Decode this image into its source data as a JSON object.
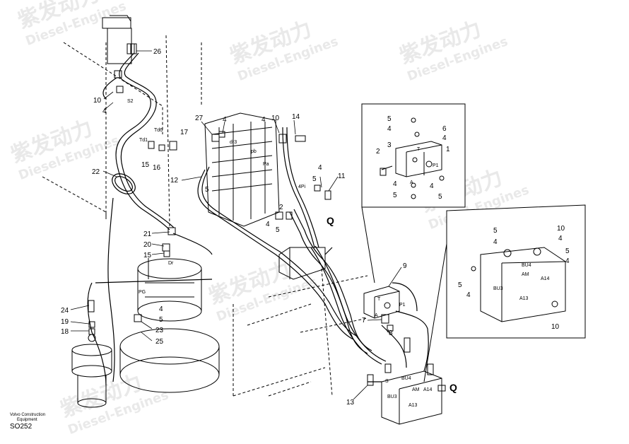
{
  "footer": {
    "brand_line1": "Volvo Construction",
    "brand_line2": "Equipment",
    "code": "SO252"
  },
  "watermark": {
    "cn": "紫发动力",
    "en": "Diesel-Engines"
  },
  "callouts": {
    "c26": "26",
    "c10a": "10",
    "c4a": "4",
    "c22": "22",
    "c27": "27",
    "c4b": "4",
    "c10b": "10",
    "c14a": "14",
    "c4c": "4",
    "c17": "17",
    "c12": "12",
    "c15a": "15",
    "c16": "16",
    "c5a": "5",
    "c2a": "2",
    "c4d": "4",
    "c5b": "5",
    "c11": "11",
    "c4e": "4",
    "c5c": "5",
    "c21": "21",
    "c20": "20",
    "c15b": "15",
    "c24": "24",
    "c19": "19",
    "c18": "18",
    "c4f": "4",
    "c5d": "5",
    "c23": "23",
    "c25": "25",
    "c9": "9",
    "c7": "7",
    "c8": "8",
    "c13": "13",
    "d5a": "5",
    "d4a": "4",
    "d3": "3",
    "d2": "2",
    "d1": "1",
    "d6": "6",
    "d4b": "4",
    "d4c": "4",
    "d5b": "5",
    "d4d": "4",
    "d5c": "5",
    "e5a": "5",
    "e4a": "4",
    "e10a": "10",
    "e4b": "4",
    "e5b": "5",
    "e4c": "4",
    "e5c": "5",
    "e4d": "4",
    "e10b": "10"
  },
  "port_labels": {
    "s2": "S2",
    "td1": "Td1",
    "td6": "Td6",
    "dr3": "dr3",
    "pb": "pb",
    "pa": "Pa",
    "p4": "4Pi",
    "pg": "PG",
    "dr": "Dr",
    "bu4": "BU4",
    "bu3": "BU3",
    "am": "AM",
    "a14": "A14",
    "a13": "A13",
    "t": "T",
    "p1": "P1",
    "a": "A",
    "d_t": "T",
    "d_p1": "P1",
    "d_a": "A",
    "e_bu4": "BU4",
    "e_am": "AM",
    "e_a14": "A14",
    "e_bu3": "BU3",
    "e_a13": "A13",
    "s": "S"
  },
  "view_marks": {
    "q1": "Q",
    "q2": "Q"
  }
}
